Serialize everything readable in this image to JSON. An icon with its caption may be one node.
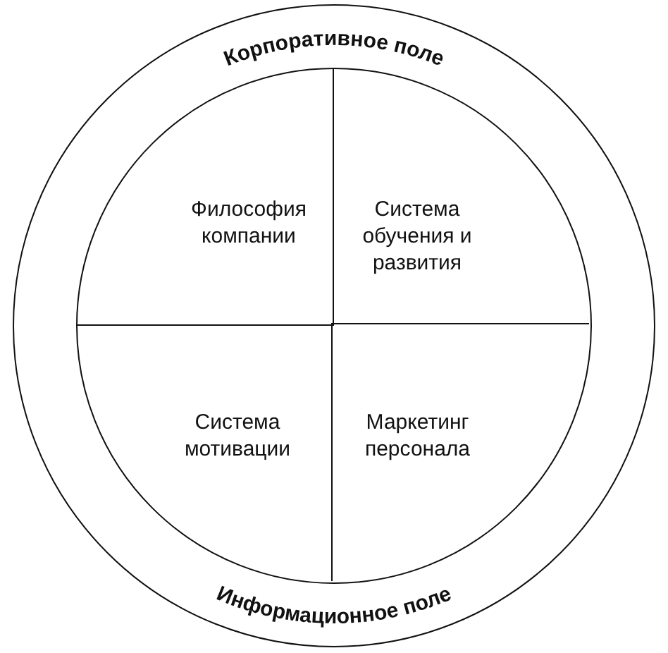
{
  "diagram": {
    "nodes": [
      {
        "text": [
          "Корпоративное поле",
          "Информационное поле"
        ]
      },
      {
        "text": [],
        "shape": "circle",
        "in": 0
      },
      {
        "text": [
          "Философия компании"
        ],
        "in": 1
      },
      {
        "text": [
          "Система обучения и развития"
        ],
        "in": 1
      },
      {
        "text": [
          "Система мотивации"
        ],
        "in": 1
      },
      {
        "text": [
          "Маркетинг персонала"
        ],
        "in": 1
      }
    ]
  }
}
